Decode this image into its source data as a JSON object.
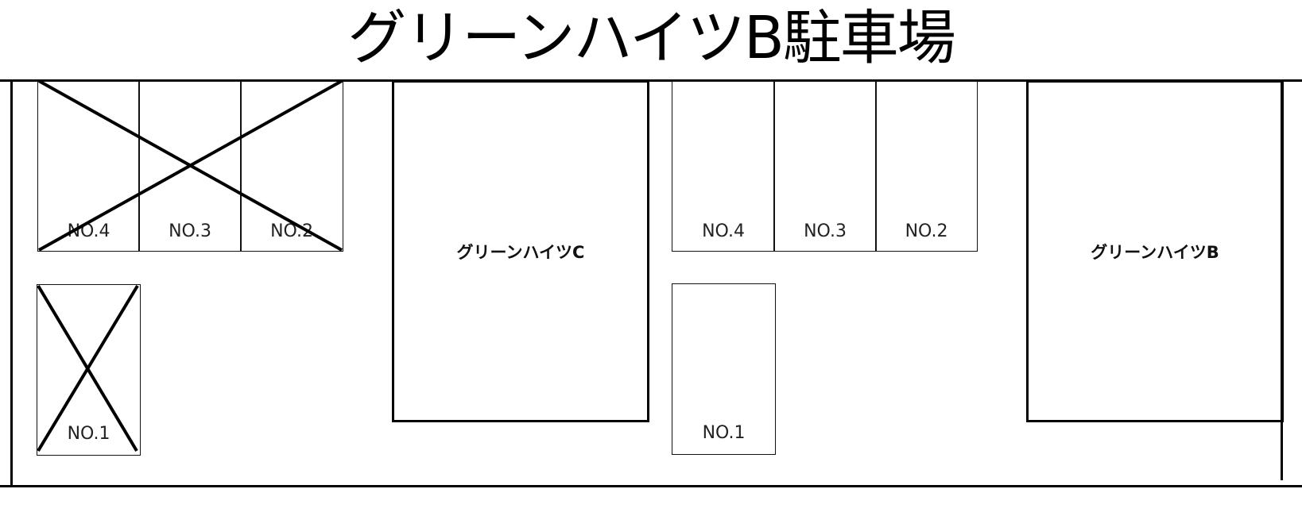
{
  "title": "グリーンハイツB駐車場",
  "colors": {
    "line": "#000000",
    "background": "#ffffff"
  },
  "left_lot": {
    "top_row": [
      {
        "label": "NO.4",
        "status": "unavailable"
      },
      {
        "label": "NO.3",
        "status": "unavailable"
      },
      {
        "label": "NO.2",
        "status": "unavailable"
      }
    ],
    "single": {
      "label": "NO.1",
      "status": "unavailable"
    }
  },
  "building_c": {
    "label": "グリーンハイツC"
  },
  "right_lot": {
    "top_row": [
      {
        "label": "NO.4",
        "status": "available"
      },
      {
        "label": "NO.3",
        "status": "available"
      },
      {
        "label": "NO.2",
        "status": "available"
      }
    ],
    "single": {
      "label": "NO.1",
      "status": "available"
    }
  },
  "building_b": {
    "label": "グリーンハイツB"
  },
  "icons": {
    "unavailable_marker": "x-cross-icon"
  }
}
